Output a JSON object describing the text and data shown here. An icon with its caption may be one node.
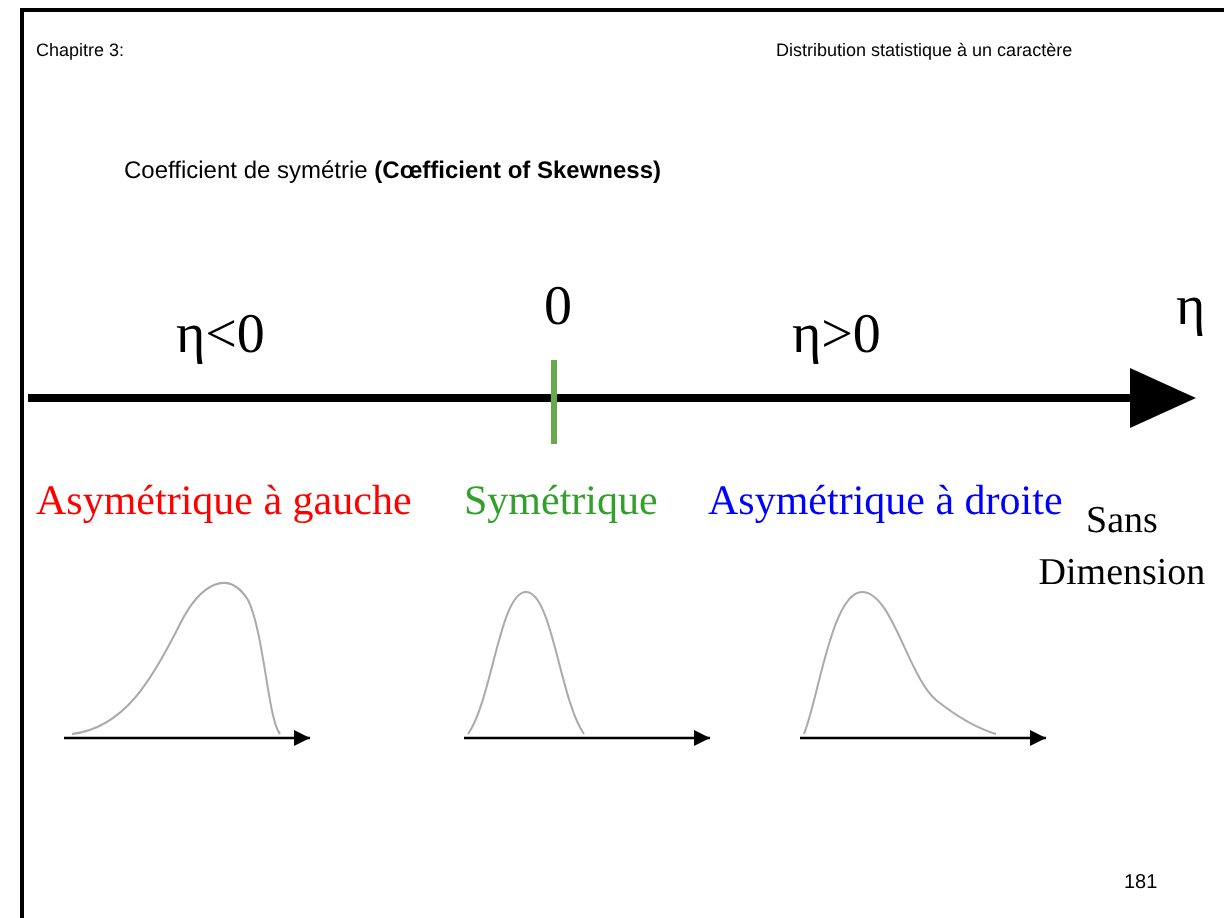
{
  "diagram": {
    "title": "Coefficient de symétrie **(Cœfficient of Skewness)**",
    "labels": [
      "Chapitre 3:",
      "Distribution statistique à un caractère",
      "η<0",
      "0",
      "η>0",
      "η",
      "Asymétrique à gauche",
      "Symétrique",
      "Asymétrique à droite",
      "Sans Dimension",
      "181"
    ]
  }
}
